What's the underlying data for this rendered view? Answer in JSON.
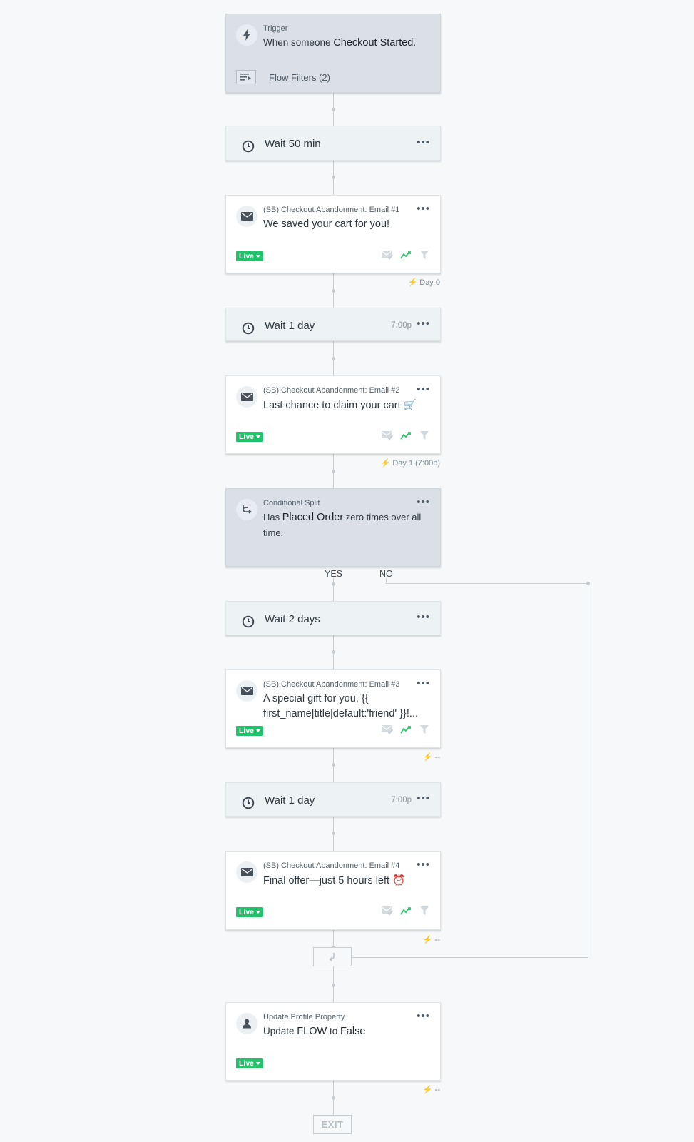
{
  "trigger": {
    "label": "Trigger",
    "prefix": "When someone ",
    "event": "Checkout Started",
    "suffix": ".",
    "filters": "Flow Filters (2)"
  },
  "steps": {
    "wait1": {
      "text": "Wait 50 min"
    },
    "email1": {
      "title": "(SB) Checkout Abandonment: Email #1",
      "subject": "We saved your cart for you!",
      "status": "Live",
      "day": "Day 0"
    },
    "wait2": {
      "text": "Wait 1 day",
      "time": "7:00p"
    },
    "email2": {
      "title": "(SB) Checkout Abandonment: Email #2",
      "subject": "Last chance to claim your cart 🛒",
      "status": "Live",
      "day": "Day 1 (7:00p)"
    },
    "split": {
      "label": "Conditional Split",
      "line1_prefix": "Has ",
      "line1_metric": "Placed Order",
      "line1_suffix": " zero times over all",
      "line2": "time.",
      "yes": "YES",
      "no": "NO"
    },
    "wait3": {
      "text": "Wait 2 days"
    },
    "email3": {
      "title": "(SB) Checkout Abandonment: Email #3",
      "subject_line1": "A special gift for you, {{",
      "subject_line2": "first_name|title|default:'friend' }}!...",
      "status": "Live",
      "day": "--"
    },
    "wait4": {
      "text": "Wait 1 day",
      "time": "7:00p"
    },
    "email4": {
      "title": "(SB) Checkout Abandonment: Email #4",
      "subject": "Final offer—just 5 hours left ⏰",
      "status": "Live",
      "day": "--"
    },
    "update": {
      "label": "Update Profile Property",
      "prefix": "Update ",
      "property": "FLOW",
      "mid": " to ",
      "value": "False",
      "status": "Live",
      "day": "--"
    }
  },
  "menu_glyph": "•••",
  "exit": "EXIT",
  "colors": {
    "live": "#22c26a",
    "trigger_bg": "#dbe0e6",
    "wait_bg": "#edf2f4",
    "canvas": "#f6f8f9"
  }
}
